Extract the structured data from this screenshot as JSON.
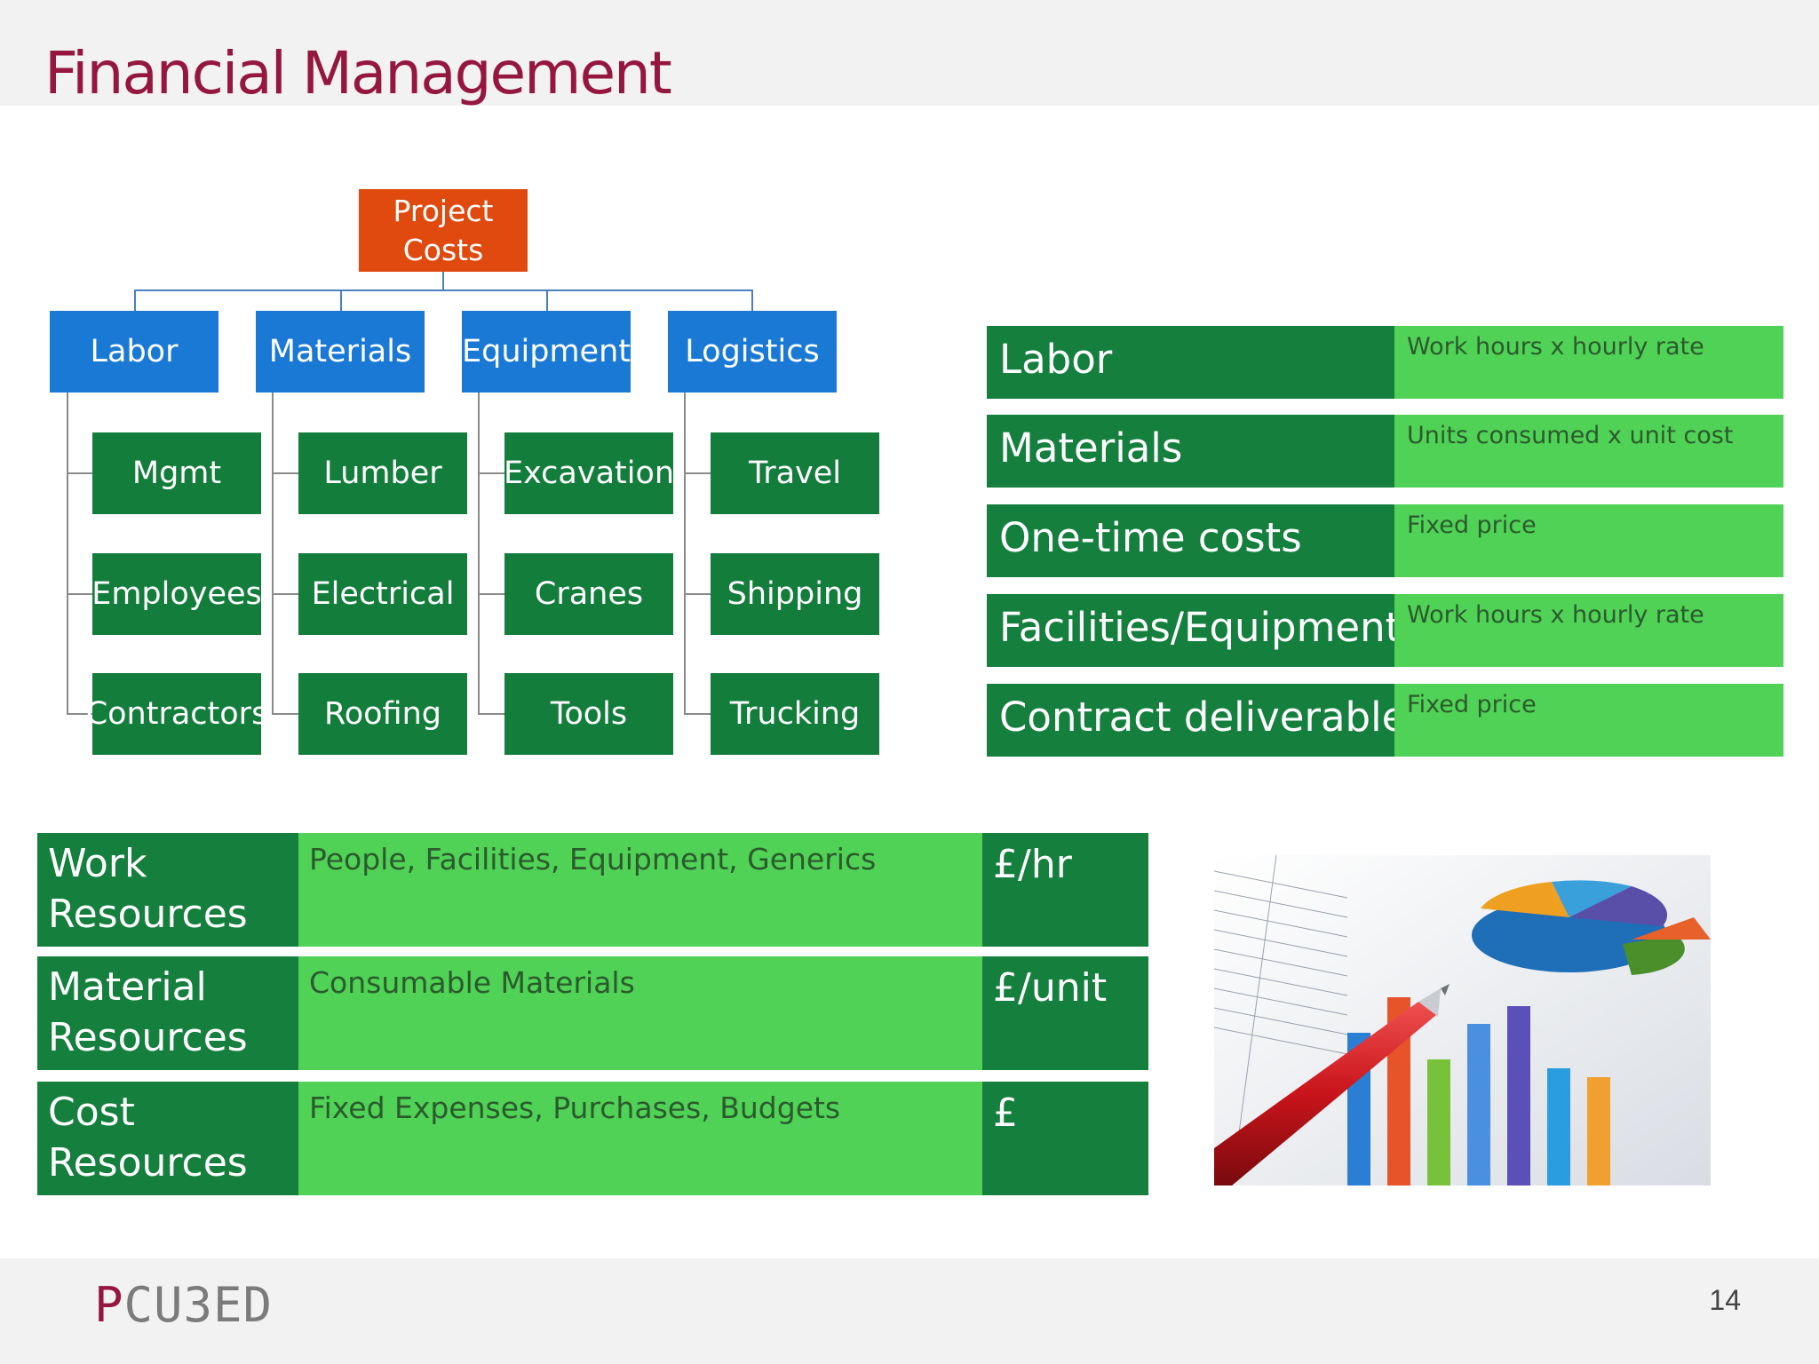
{
  "slide": {
    "title": "Financial Management",
    "logo_p": "P",
    "logo_rest": "CU3ED",
    "page_number": "14"
  },
  "org_chart": {
    "root": {
      "line1": "Project",
      "line2": "Costs"
    },
    "categories": [
      {
        "label": "Labor",
        "children": [
          "Mgmt",
          "Employees",
          "Contractors"
        ]
      },
      {
        "label": "Materials",
        "children": [
          "Lumber",
          "Electrical",
          "Roofing"
        ]
      },
      {
        "label": "Equipment",
        "children": [
          "Excavation",
          "Cranes",
          "Tools"
        ]
      },
      {
        "label": "Logistics",
        "children": [
          "Travel",
          "Shipping",
          "Trucking"
        ]
      }
    ]
  },
  "cost_types": [
    {
      "label": "Labor",
      "desc": "Work hours x hourly rate"
    },
    {
      "label": "Materials",
      "desc": "Units consumed x unit cost"
    },
    {
      "label": "One-time costs",
      "desc": "Fixed price"
    },
    {
      "label": "Facilities/Equipment",
      "desc": "Work hours x hourly rate"
    },
    {
      "label": "Contract deliverables",
      "desc": "Fixed price"
    }
  ],
  "resources": [
    {
      "line1": "Work",
      "line2": "Resources",
      "desc": "People, Facilities, Equipment, Generics",
      "unit": "£/hr"
    },
    {
      "line1": "Material",
      "line2": "Resources",
      "desc": "Consumable Materials",
      "unit": "£/unit"
    },
    {
      "line1": "Cost",
      "line2": "Resources",
      "desc": "Fixed Expenses, Purchases, Budgets",
      "unit": "£"
    }
  ],
  "colors": {
    "title": "#95173f",
    "root_box": "#e04a0f",
    "category_box": "#1b79d6",
    "leaf_box": "#137d3c",
    "dark_green": "#157f3e",
    "light_green": "#4fd255"
  }
}
